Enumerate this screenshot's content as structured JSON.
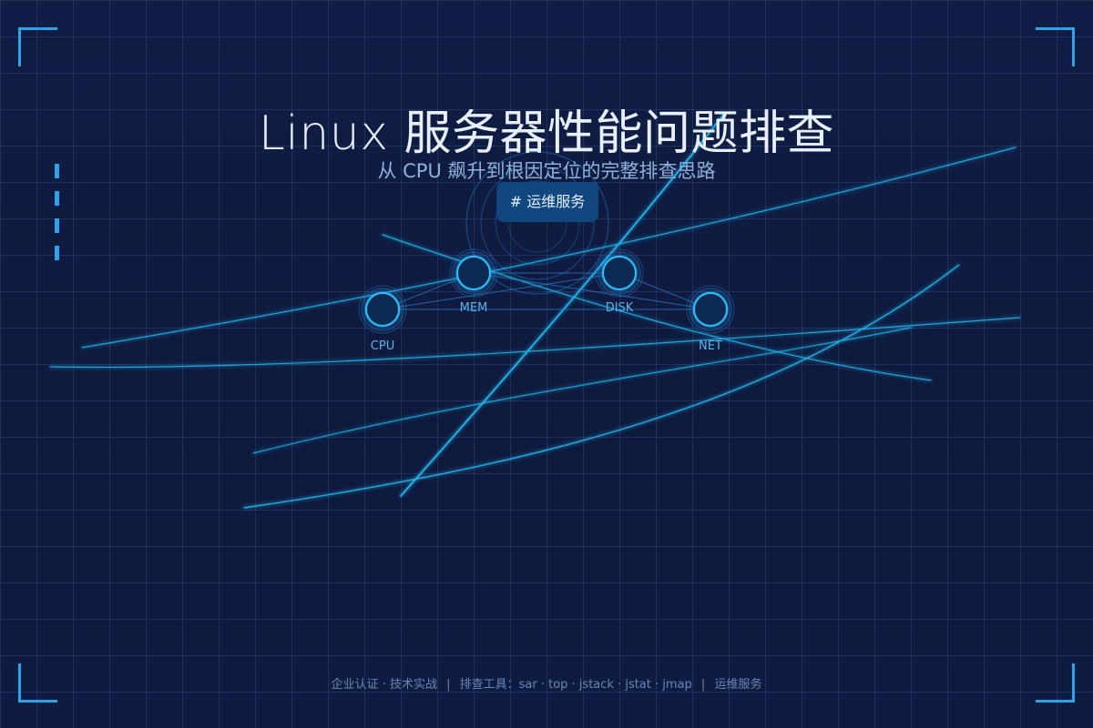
{
  "title": "Linux 服务器性能问题排查",
  "subtitle": "从 CPU 飙升到根因定位的完整排查思路",
  "tag": "# 运维服务",
  "nodes": [
    {
      "id": "cpu",
      "label": "CPU"
    },
    {
      "id": "mem",
      "label": "MEM"
    },
    {
      "id": "disk",
      "label": "DISK"
    },
    {
      "id": "net",
      "label": "NET"
    }
  ],
  "footer": {
    "left": "企业认证 · 技术实战",
    "middle": "排查工具：sar · top · jstack · jstat · jmap",
    "right": "运维服务",
    "separator": "|"
  },
  "colors": {
    "background": "#0f1b3e",
    "accent": "#2fa3ea",
    "line": "#22b8f0",
    "tag_bg": "#11467e"
  }
}
